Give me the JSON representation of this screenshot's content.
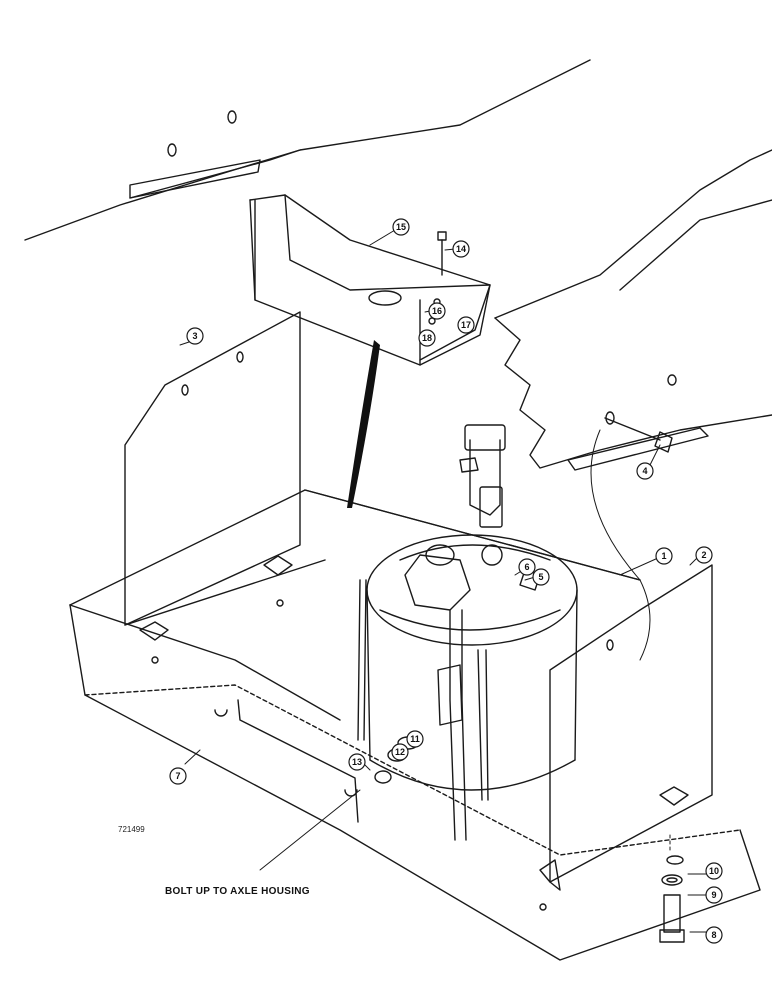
{
  "drawing_code": "721499",
  "caption": "BOLT UP TO AXLE HOUSING",
  "callouts": {
    "c1": "1",
    "c2": "2",
    "c3": "3",
    "c4": "4",
    "c5": "5",
    "c6": "6",
    "c7": "7",
    "c8": "8",
    "c9": "9",
    "c10": "10",
    "c11": "11",
    "c12": "12",
    "c13": "13",
    "c14": "14",
    "c15": "15",
    "c16": "16",
    "c17": "17",
    "c18": "18"
  }
}
